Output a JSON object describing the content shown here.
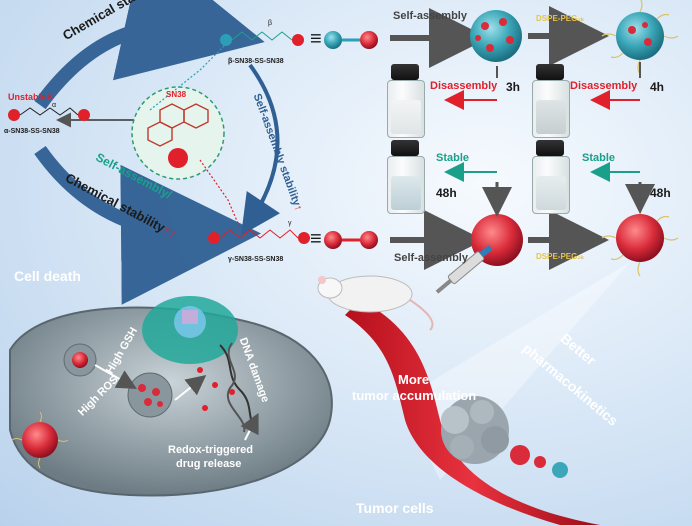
{
  "labels": {
    "chemical_stability_top": "Chemical stability",
    "beta_name": "β-SN38-SS-SN38",
    "alpha_name": "α-SN38-SS-SN38",
    "gamma_name": "γ-SN38-SS-SN38",
    "unstable": "Unstable",
    "sn38": "SN38",
    "self_assembly_stability": "Self-assembly stability",
    "self_assembly_left": "Self-assembly/",
    "chemical_stability_bottom": "Chemical stability",
    "self_assembly_top": "Self-assembly",
    "self_assembly_bottom": "Self-assembly",
    "dspe_peg_top": "DSPE-PEG₂ₖ",
    "dspe_peg_bottom": "DSPE-PEG₂ₖ",
    "disassembly_1": "Disassembly",
    "disassembly_2": "Disassembly",
    "time_3h": "3h",
    "time_4h": "4h",
    "stable_1": "Stable",
    "stable_2": "Stable",
    "time_48h_1": "48h",
    "time_48h_2": "48h",
    "cell_death": "Cell death",
    "high_gsh": "High GSH",
    "high_ros": "High ROS",
    "dna_damage": "DNA damage",
    "redox_release_1": "Redox-triggered",
    "redox_release_2": "drug release",
    "more_accumulation_1": "More",
    "more_accumulation_2": "tumor accumulation",
    "better_pk_1": "Better",
    "better_pk_2": "pharmacokinetics",
    "tumor_cells": "Tumor cells",
    "alpha_greek": "α",
    "beta_greek": "β",
    "gamma_greek": "γ",
    "equiv": "≡"
  },
  "colors": {
    "red": "#e0202a",
    "teal": "#1aa08a",
    "blue_arrow": "#2f5f93",
    "nanoparticle_red": "#d92b3a",
    "nanoparticle_teal": "#3aa7b8"
  }
}
